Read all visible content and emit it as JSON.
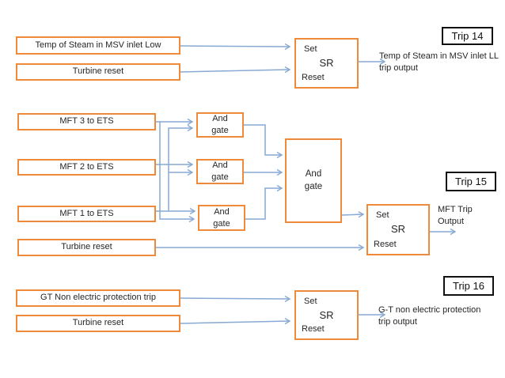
{
  "colors": {
    "box_border": "#EF8A3A",
    "connector": "#88A9D2",
    "badge_border": "#111111",
    "text": "#262626"
  },
  "diagram": {
    "trip14": {
      "badge": "Trip 14",
      "input1": "Temp of Steam in MSV inlet Low",
      "input2": "Turbine reset",
      "sr": {
        "set": "Set",
        "label": "SR",
        "reset": "Reset"
      },
      "output1": "Temp of Steam in MSV inlet LL",
      "output2": "trip output"
    },
    "trip15": {
      "badge": "Trip 15",
      "input1": "MFT 3 to ETS",
      "input2": "MFT 2 to ETS",
      "input3": "MFT 1 to ETS",
      "input4": "Turbine reset",
      "gate1": "And gate",
      "gate2": "And gate",
      "gate3": "And gate",
      "gate4": "And gate",
      "sr": {
        "set": "Set",
        "label": "SR",
        "reset": "Reset"
      },
      "output1": "MFT Trip",
      "output2": "Output"
    },
    "trip16": {
      "badge": "Trip 16",
      "input1": "GT Non electric protection trip",
      "input2": "Turbine reset",
      "sr": {
        "set": "Set",
        "label": "SR",
        "reset": "Reset"
      },
      "output1": "G-T non electric protection",
      "output2": "trip output"
    }
  }
}
